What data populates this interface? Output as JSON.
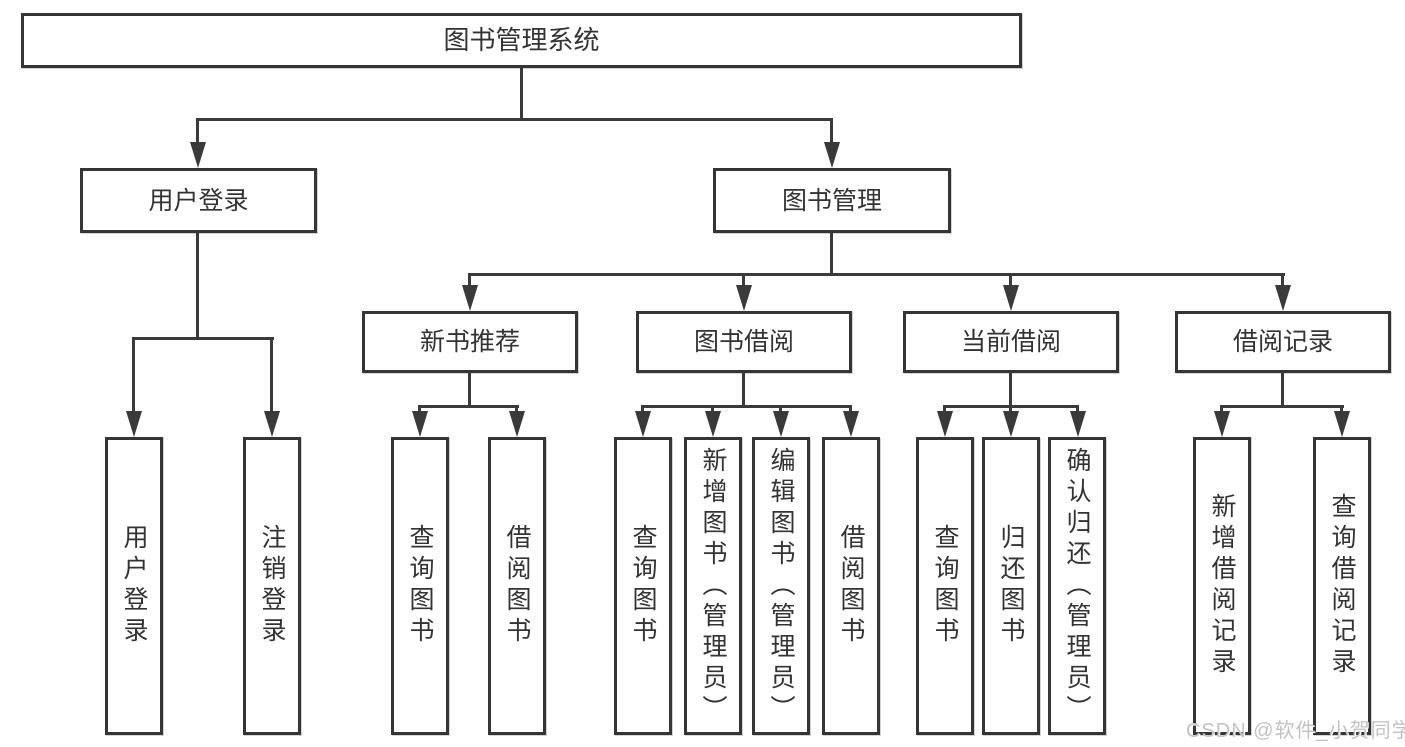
{
  "tree": {
    "label": "图书管理系统",
    "children": [
      {
        "label": "用户登录",
        "children": [
          {
            "label": "用户登录"
          },
          {
            "label": "注销登录"
          }
        ]
      },
      {
        "label": "图书管理",
        "children": [
          {
            "label": "新书推荐",
            "children": [
              {
                "label": "查询图书"
              },
              {
                "label": "借阅图书"
              }
            ]
          },
          {
            "label": "图书借阅",
            "children": [
              {
                "label": "查询图书"
              },
              {
                "label": "新增图书（管理员）"
              },
              {
                "label": "编辑图书（管理员）"
              },
              {
                "label": "借阅图书"
              }
            ]
          },
          {
            "label": "当前借阅",
            "children": [
              {
                "label": "查询图书"
              },
              {
                "label": "归还图书"
              },
              {
                "label": "确认归还（管理员）"
              }
            ]
          },
          {
            "label": "借阅记录",
            "children": [
              {
                "label": "新增借阅记录"
              },
              {
                "label": "查询借阅记录"
              }
            ]
          }
        ]
      }
    ]
  },
  "watermark": {
    "text": "CSDN @软件_小贺同学"
  },
  "colors": {
    "line": "#3a3a3a",
    "border": "#353535",
    "text": "#333333",
    "background": "#ffffff",
    "watermark": "#c3c3c3"
  }
}
